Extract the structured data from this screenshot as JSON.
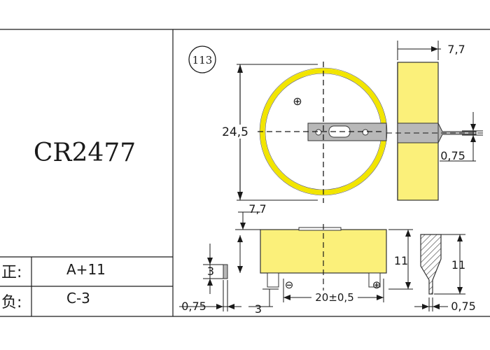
{
  "part": {
    "model": "CR2477",
    "code": "113",
    "positive_label": "正:",
    "positive_value": "A+11",
    "negative_label": "负:",
    "negative_value": "C-3"
  },
  "dimensions": {
    "diameter": "24,5",
    "total_thickness_top": "7,7",
    "total_thickness_front": "7,7",
    "tab_thickness_side": "0,75",
    "tab_thickness_front": "0,75",
    "tab_thickness_right": "0,75",
    "height_front": "11",
    "height_right": "11",
    "pin_spacing": "20±0,5",
    "pin_length": "3",
    "pin_offset": "3"
  },
  "symbols": {
    "plus_top": "⊕",
    "plus_front": "⊕",
    "minus_front": "⊖"
  },
  "colors": {
    "battery_fill": "#fbf07a",
    "battery_ring": "#f2e500",
    "tab_fill": "#b8b8b8",
    "line": "#1a1a1a"
  }
}
